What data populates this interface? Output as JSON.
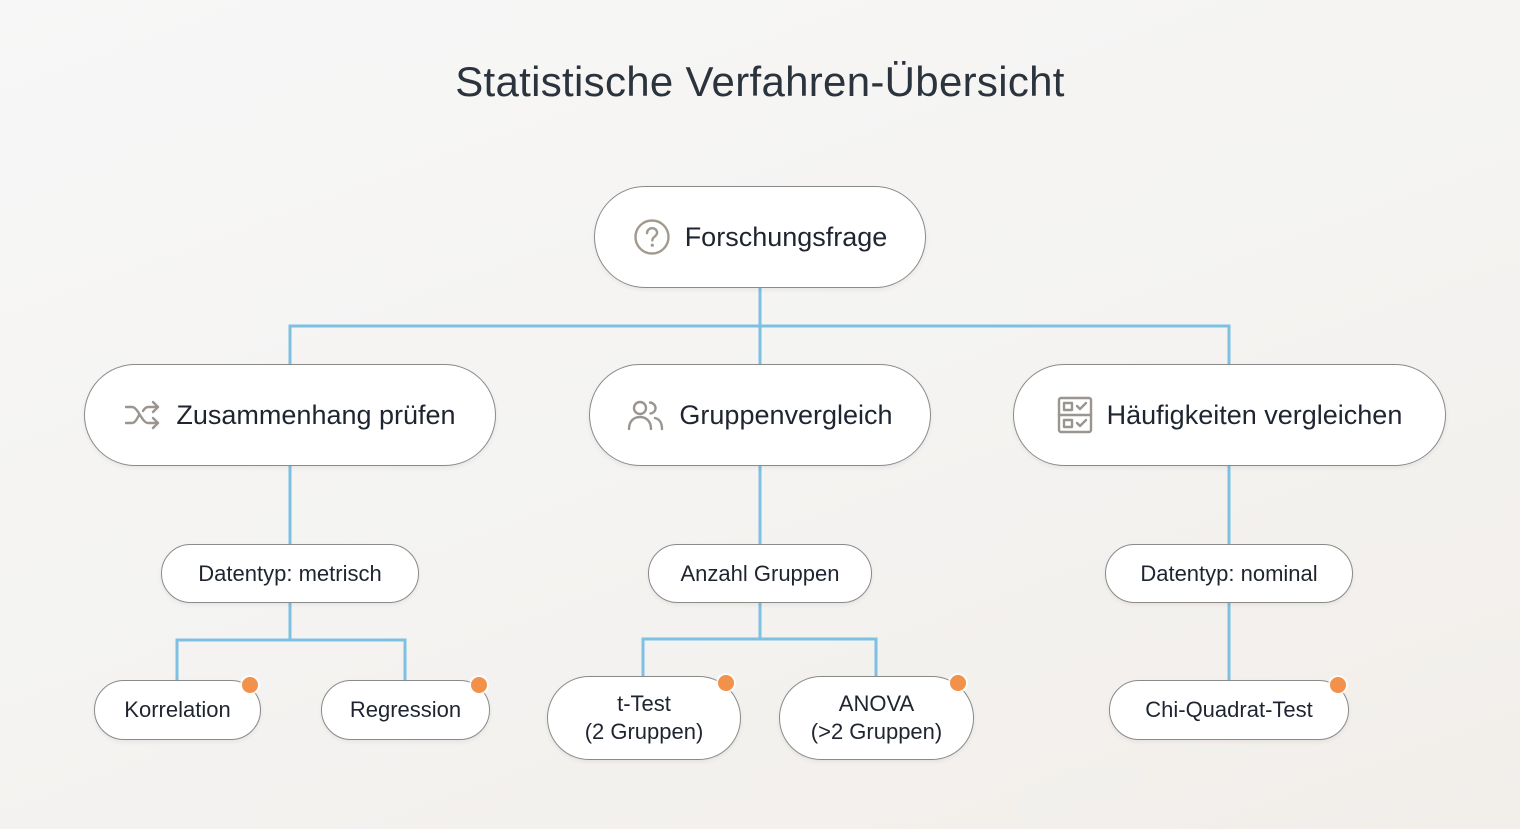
{
  "title": "Statistische Verfahren-Übersicht",
  "colors": {
    "connector": "#7cc0e2",
    "node_border": "#8a8a8a",
    "node_fill": "#ffffff",
    "icon": "#9a9590",
    "leaf_dot": "#f2914a",
    "text": "#1f2530"
  },
  "root": {
    "label": "Forschungsfrage",
    "icon": "question-circle-icon"
  },
  "branches": [
    {
      "label": "Zusammenhang prüfen",
      "icon": "shuffle-icon",
      "criterion": "Datentyp: metrisch",
      "methods": [
        {
          "label": "Korrelation"
        },
        {
          "label": "Regression"
        }
      ]
    },
    {
      "label": "Gruppenvergleich",
      "icon": "users-icon",
      "criterion": "Anzahl Gruppen",
      "methods": [
        {
          "label": "t-Test\n(2 Gruppen)"
        },
        {
          "label": "ANOVA\n(>2 Gruppen)"
        }
      ]
    },
    {
      "label": "Häufigkeiten vergleichen",
      "icon": "checklist-icon",
      "criterion": "Datentyp: nominal",
      "methods": [
        {
          "label": "Chi-Quadrat-Test"
        }
      ]
    }
  ]
}
